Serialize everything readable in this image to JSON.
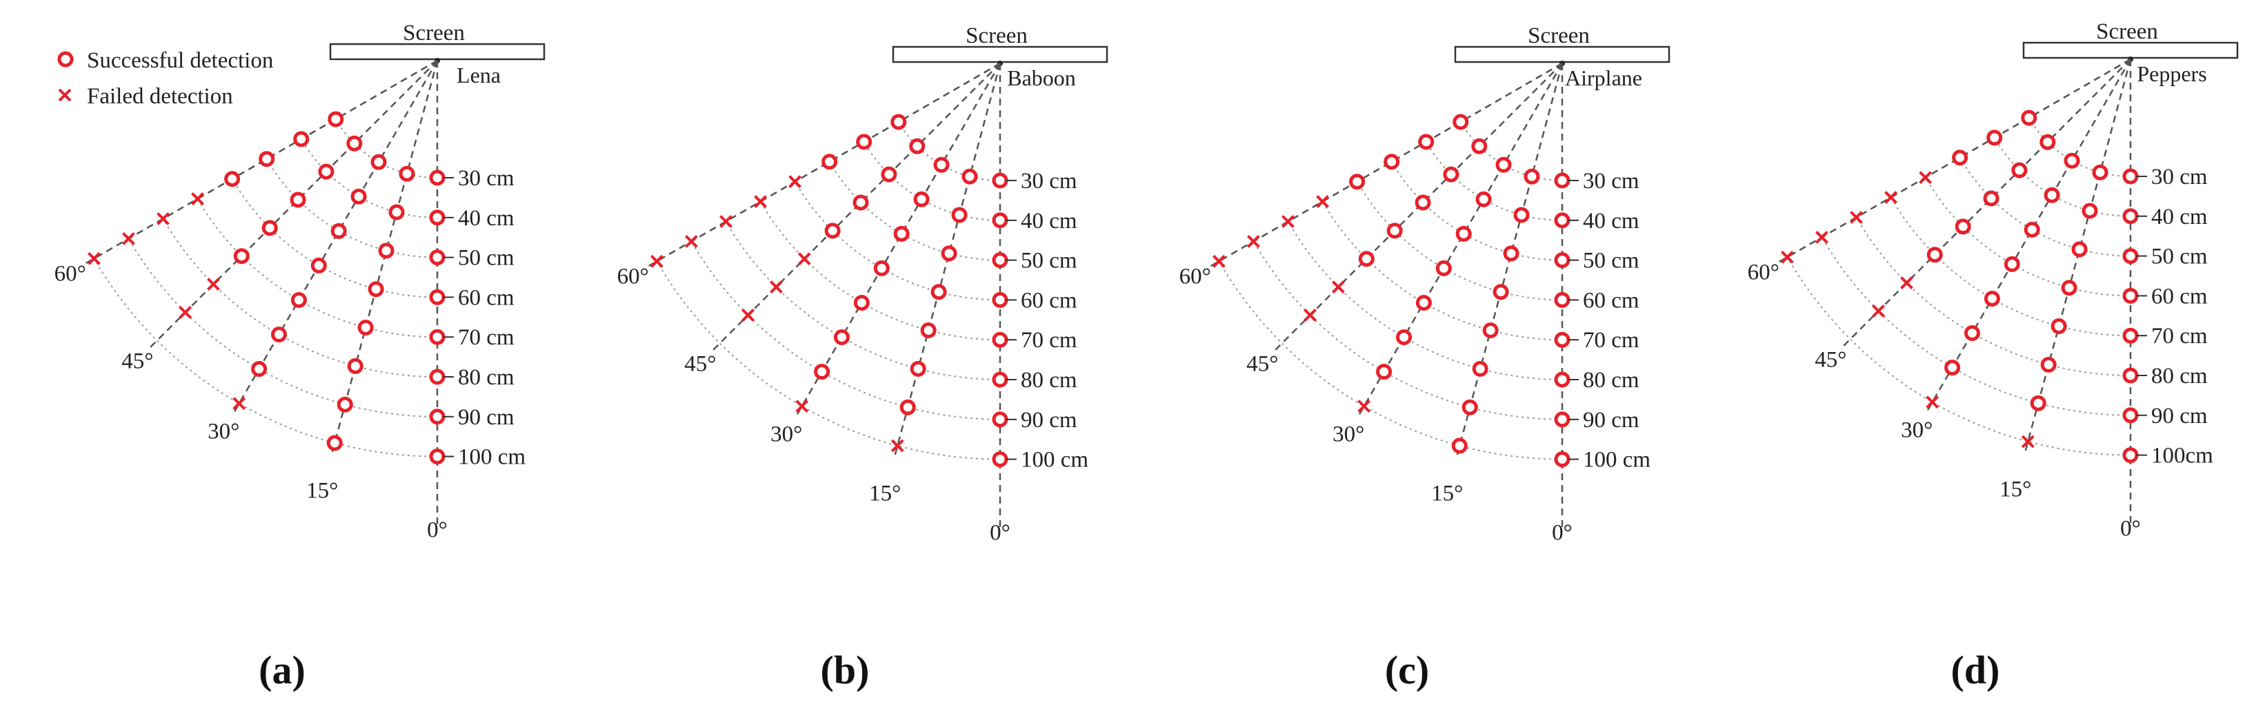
{
  "legend": {
    "success_label": "Successful detection",
    "fail_label": "Failed detection"
  },
  "screen_label": "Screen",
  "distance_labels": [
    "30 cm",
    "40 cm",
    "50 cm",
    "60 cm",
    "70 cm",
    "80 cm",
    "90 cm",
    "100 cm"
  ],
  "angle_labels": [
    "0°",
    "15°",
    "30°",
    "45°",
    "60°"
  ],
  "colors": {
    "marker": "#e8202a",
    "line": "#555555",
    "arc": "#9a9a9a"
  },
  "panels": [
    {
      "tag": "(a)",
      "image": "Lena",
      "distance_labels": [
        "30 cm",
        "40 cm",
        "50 cm",
        "60 cm",
        "70 cm",
        "80 cm",
        "90 cm",
        "100 cm"
      ],
      "results": {
        "0": [
          "success",
          "success",
          "success",
          "success",
          "success",
          "success",
          "success",
          "success"
        ],
        "15": [
          "success",
          "success",
          "success",
          "success",
          "success",
          "success",
          "success",
          "success"
        ],
        "30": [
          "success",
          "success",
          "success",
          "success",
          "success",
          "success",
          "success",
          "fail"
        ],
        "45": [
          "success",
          "success",
          "success",
          "success",
          "success",
          "fail",
          "fail",
          "none"
        ],
        "60": [
          "success",
          "success",
          "success",
          "success",
          "fail",
          "fail",
          "fail",
          "fail"
        ]
      }
    },
    {
      "tag": "(b)",
      "image": "Baboon",
      "distance_labels": [
        "30 cm",
        "40 cm",
        "50 cm",
        "60 cm",
        "70 cm",
        "80 cm",
        "90 cm",
        "100 cm"
      ],
      "results": {
        "0": [
          "success",
          "success",
          "success",
          "success",
          "success",
          "success",
          "success",
          "success"
        ],
        "15": [
          "success",
          "success",
          "success",
          "success",
          "success",
          "success",
          "success",
          "fail"
        ],
        "30": [
          "success",
          "success",
          "success",
          "success",
          "success",
          "success",
          "success",
          "fail"
        ],
        "45": [
          "success",
          "success",
          "success",
          "success",
          "fail",
          "fail",
          "fail",
          "none"
        ],
        "60": [
          "success",
          "success",
          "success",
          "fail",
          "fail",
          "fail",
          "fail",
          "fail"
        ]
      }
    },
    {
      "tag": "(c)",
      "image": "Airplane",
      "distance_labels": [
        "30 cm",
        "40 cm",
        "50 cm",
        "60 cm",
        "70 cm",
        "80 cm",
        "90 cm",
        "100 cm"
      ],
      "results": {
        "0": [
          "success",
          "success",
          "success",
          "success",
          "success",
          "success",
          "success",
          "success"
        ],
        "15": [
          "success",
          "success",
          "success",
          "success",
          "success",
          "success",
          "success",
          "success"
        ],
        "30": [
          "success",
          "success",
          "success",
          "success",
          "success",
          "success",
          "success",
          "fail"
        ],
        "45": [
          "success",
          "success",
          "success",
          "success",
          "success",
          "fail",
          "fail",
          "none"
        ],
        "60": [
          "success",
          "success",
          "success",
          "success",
          "fail",
          "fail",
          "fail",
          "fail"
        ]
      }
    },
    {
      "tag": "(d)",
      "image": "Peppers",
      "distance_labels": [
        "30 cm",
        "40 cm",
        "50 cm",
        "60 cm",
        "70 cm",
        "80 cm",
        "90 cm",
        "100cm"
      ],
      "results": {
        "0": [
          "success",
          "success",
          "success",
          "success",
          "success",
          "success",
          "success",
          "success"
        ],
        "15": [
          "success",
          "success",
          "success",
          "success",
          "success",
          "success",
          "success",
          "fail"
        ],
        "30": [
          "success",
          "success",
          "success",
          "success",
          "success",
          "success",
          "success",
          "fail"
        ],
        "45": [
          "success",
          "success",
          "success",
          "success",
          "success",
          "fail",
          "fail",
          "none"
        ],
        "60": [
          "success",
          "success",
          "success",
          "fail",
          "fail",
          "fail",
          "fail",
          "fail"
        ]
      }
    }
  ]
}
